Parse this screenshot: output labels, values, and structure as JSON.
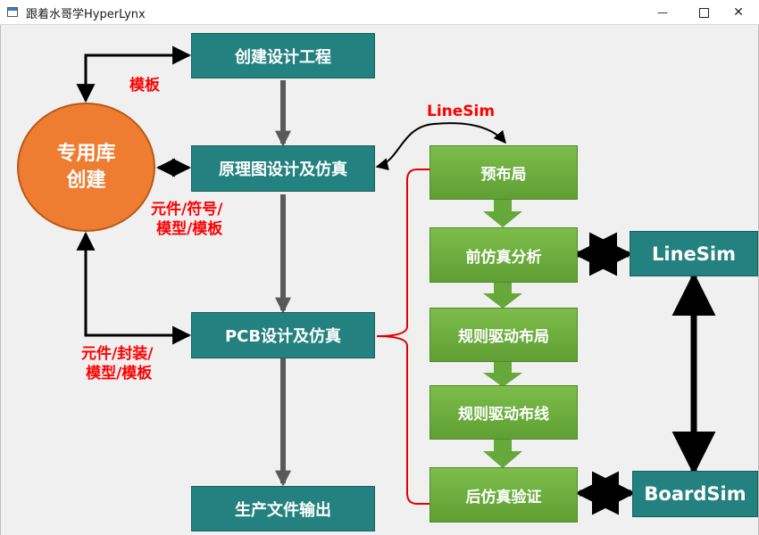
{
  "window": {
    "title": "跟着水哥学HyperLynx",
    "minimize_glyph": "—",
    "close_glyph": "✕"
  },
  "flow": {
    "create_project": "创建设计工程",
    "schematic": "原理图设计及仿真",
    "pcb": "PCB设计及仿真",
    "output": "生产文件输出"
  },
  "library": {
    "line1": "专用库",
    "line2": "创建"
  },
  "labels": {
    "template": "模板",
    "sch_lib_1": "元件/符号/",
    "sch_lib_2": "模型/模板",
    "pcb_lib_1": "元件/封装/",
    "pcb_lib_2": "模型/模板",
    "linesim_curve": "LineSim"
  },
  "pcb_steps": {
    "preplace": "预布局",
    "pre_sim": "前仿真分析",
    "rule_place": "规则驱动布局",
    "rule_route": "规则驱动布线",
    "post_verify": "后仿真验证"
  },
  "tools": {
    "linesim": "LineSim",
    "boardsim": "BoardSim"
  },
  "colors": {
    "teal": "#23817f",
    "green": "#6aaa3a",
    "orange": "#ee7d31",
    "red_text": "#ff0000",
    "gray_arrow": "#595959"
  }
}
